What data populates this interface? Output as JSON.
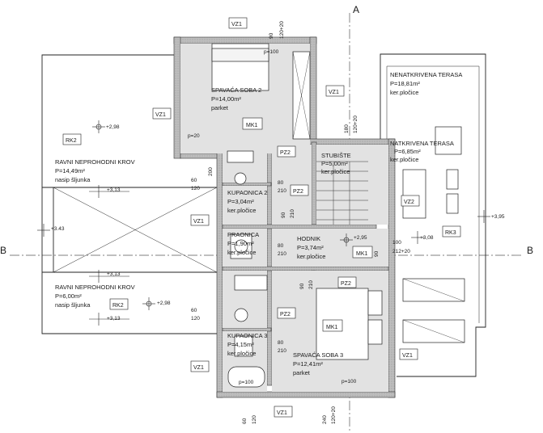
{
  "section_marks": {
    "a": "A",
    "b_left": "B",
    "b_right": "B"
  },
  "rooms": {
    "bedroom2": {
      "name": "SPAVAĆA SOBA 2",
      "area": "P=14,00m²",
      "floor": "parket"
    },
    "stairs": {
      "name": "STUBIŠTE",
      "area": "P=5,00m²",
      "floor": "ker.pločice"
    },
    "bath2": {
      "name": "KUPAONICA 2",
      "area": "P=3,04m²",
      "floor": "ker.pločice"
    },
    "laundry": {
      "name": "PRAONICA",
      "area": "P=1,90m²",
      "floor": "ker.pločice"
    },
    "hall": {
      "name": "HODNIK",
      "area": "P=3,74m²",
      "floor": "ker.pločice"
    },
    "bath3": {
      "name": "KUPAONICA 3",
      "area": "P=4,15m²",
      "floor": "ker.pločice"
    },
    "bedroom3": {
      "name": "SPAVAĆA SOBA 3",
      "area": "P=12,41m²",
      "floor": "parket"
    },
    "roof_top": {
      "name": "RAVNI NEPROHODNI KROV",
      "area": "P=14,49m²",
      "floor": "nasip šljunka"
    },
    "roof_bottom": {
      "name": "RAVNI NEPROHODNI KROV",
      "area": "P=6,00m²",
      "floor": "nasip šljunka"
    },
    "open_terrace": {
      "name": "NENATKRIVENA TERASA",
      "area": "P=18,81m²",
      "floor": "ker.pločice"
    },
    "covered_terrace": {
      "name": "NATKRIVENA TERASA",
      "area": "P=6,85m²",
      "floor": "ker.pločice"
    }
  },
  "tags": {
    "vz1": "VZ1",
    "vz2": "VZ2",
    "mk1": "MK1",
    "pz2": "PZ2",
    "rk2": "RK2",
    "rk3": "RK3"
  },
  "levels": {
    "l298": "+2,98",
    "l313": "+3,13",
    "l343": "+3.43",
    "l295": "+2,95",
    "l308": "+3,08",
    "l395": "+3,95"
  },
  "dims": {
    "d90": "90",
    "d120_20": "120+20",
    "d180": "180",
    "d80": "80",
    "d210": "210",
    "d60": "60",
    "d120": "120",
    "d200": "200",
    "d240": "240",
    "d100": "100",
    "d212_20": "212+20",
    "p20": "p=20",
    "p100": "p=100"
  }
}
